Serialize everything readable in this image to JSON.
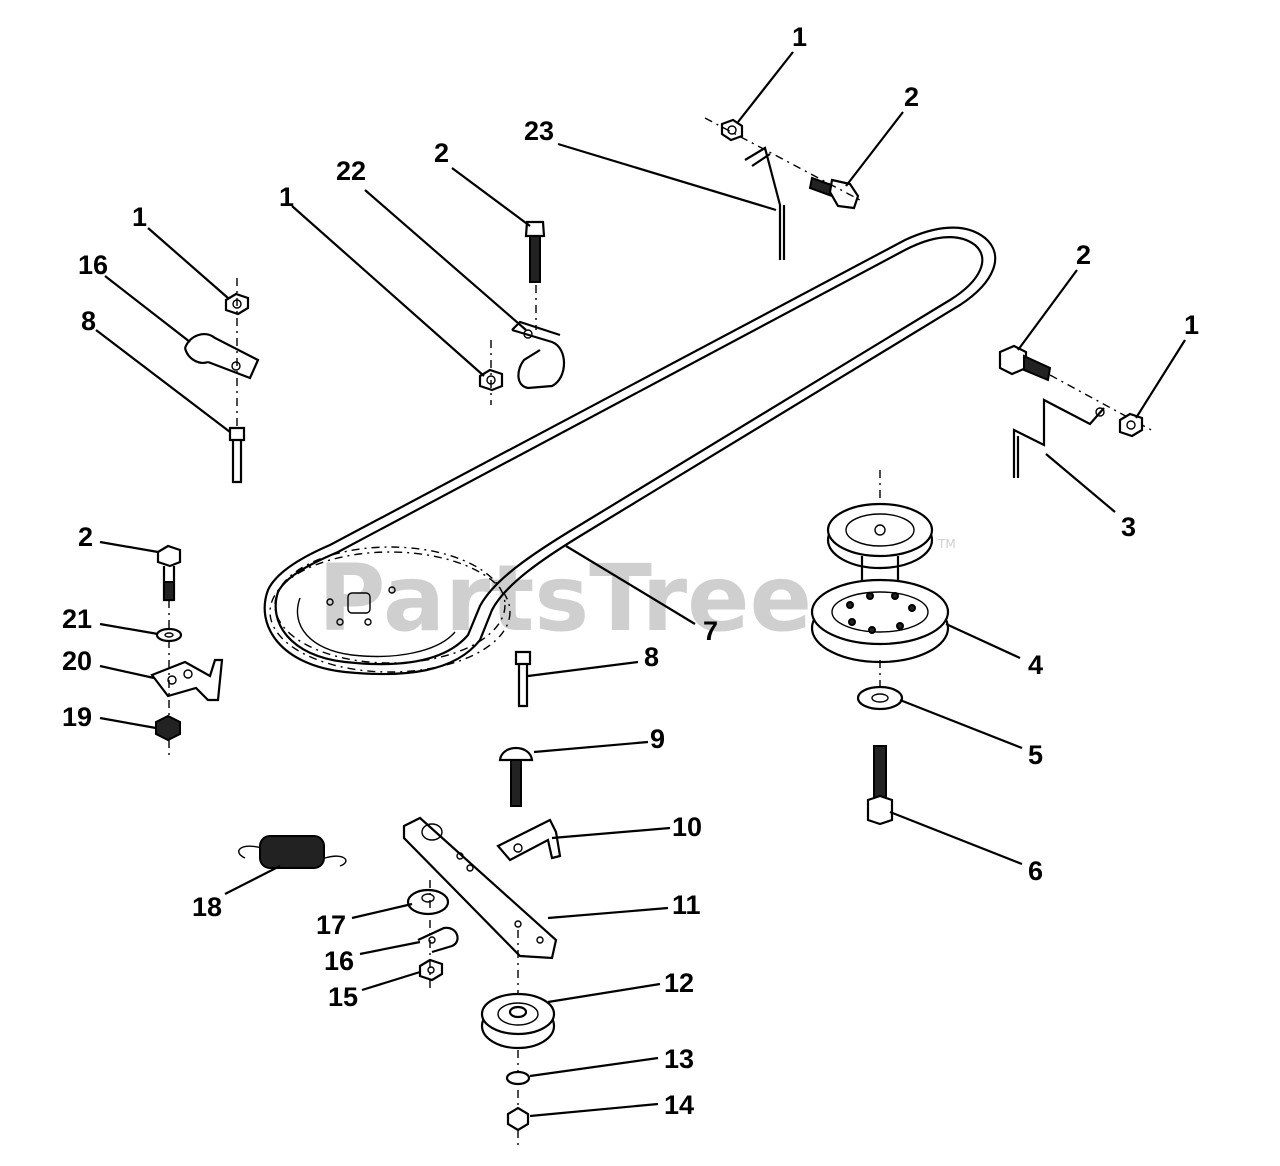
{
  "watermark": {
    "text": "PartsTree",
    "tm": "TM"
  },
  "callouts": [
    {
      "id": "c1a",
      "text": "1"
    },
    {
      "id": "c2a",
      "text": "2"
    },
    {
      "id": "c23",
      "text": "23"
    },
    {
      "id": "c2b",
      "text": "2"
    },
    {
      "id": "c22",
      "text": "22"
    },
    {
      "id": "c1b",
      "text": "1"
    },
    {
      "id": "c1c",
      "text": "1"
    },
    {
      "id": "c16a",
      "text": "16"
    },
    {
      "id": "c8a",
      "text": "8"
    },
    {
      "id": "c2c",
      "text": "2"
    },
    {
      "id": "c1d",
      "text": "1"
    },
    {
      "id": "c3",
      "text": "3"
    },
    {
      "id": "c2d",
      "text": "2"
    },
    {
      "id": "c21",
      "text": "21"
    },
    {
      "id": "c20",
      "text": "20"
    },
    {
      "id": "c19",
      "text": "19"
    },
    {
      "id": "c7",
      "text": "7"
    },
    {
      "id": "c8b",
      "text": "8"
    },
    {
      "id": "c4",
      "text": "4"
    },
    {
      "id": "c5",
      "text": "5"
    },
    {
      "id": "c9",
      "text": "9"
    },
    {
      "id": "c6",
      "text": "6"
    },
    {
      "id": "c10",
      "text": "10"
    },
    {
      "id": "c18",
      "text": "18"
    },
    {
      "id": "c11",
      "text": "11"
    },
    {
      "id": "c17",
      "text": "17"
    },
    {
      "id": "c16b",
      "text": "16"
    },
    {
      "id": "c15",
      "text": "15"
    },
    {
      "id": "c12",
      "text": "12"
    },
    {
      "id": "c13",
      "text": "13"
    },
    {
      "id": "c14",
      "text": "14"
    }
  ]
}
